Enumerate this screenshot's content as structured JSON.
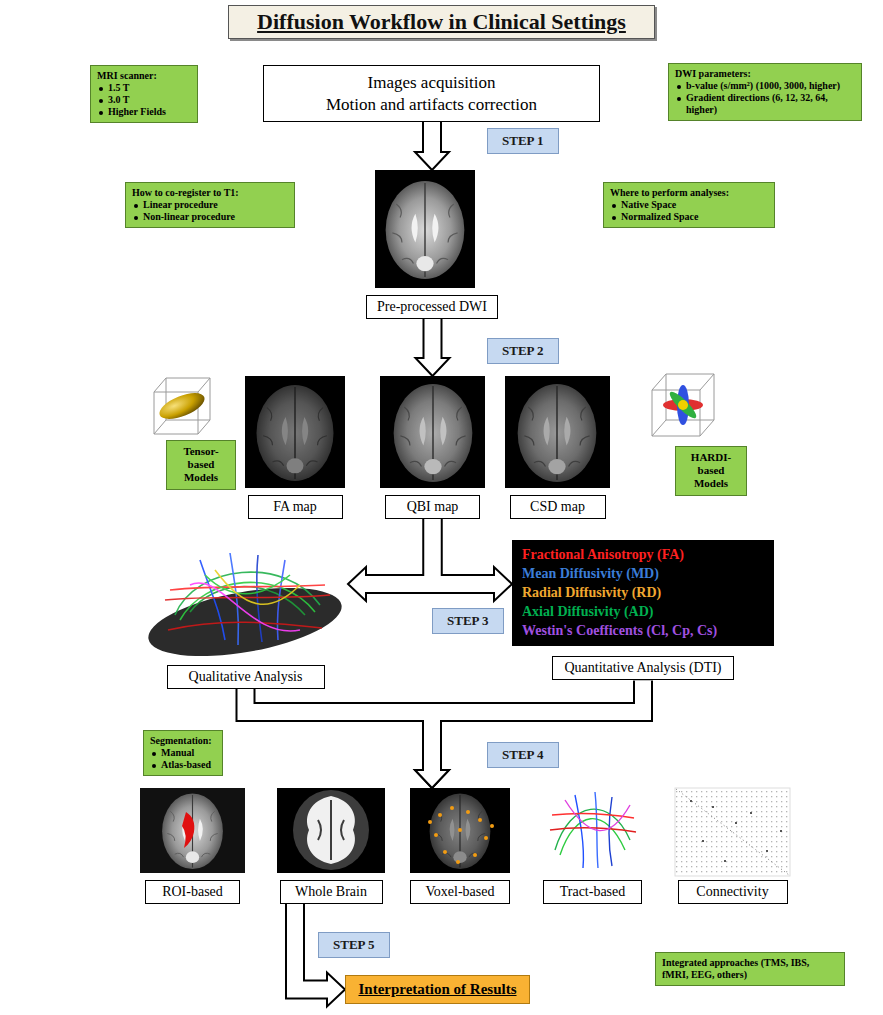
{
  "diagram": {
    "title": "Diffusion Workflow in Clinical Settings",
    "nodes": [
      {
        "text": [
          "MRI scanner:",
          "1.5 T",
          "3.0 T",
          "Higher Fields"
        ]
      },
      {
        "text": [
          "Images acquisition",
          "Motion and artifacts correction"
        ]
      },
      {
        "text": [
          "DWI parameters:",
          "b-value (s/mm²) (1000, 3000, higher)",
          "Gradient directions (6, 12, 32, 64, higher)"
        ]
      },
      {
        "text": [
          "STEP 1"
        ]
      },
      {
        "text": [
          "How to co-register to T1:",
          "Linear procedure",
          "Non-linear procedure"
        ]
      },
      {
        "text": [
          "Pre-processed DWI"
        ]
      },
      {
        "text": [
          "Where to perform analyses:",
          "Native Space",
          "Normalized Space"
        ]
      },
      {
        "text": [
          "STEP 2"
        ]
      },
      {
        "text": [
          "Tensor-based Models"
        ]
      },
      {
        "text": [
          "FA map"
        ]
      },
      {
        "text": [
          "QBI map"
        ]
      },
      {
        "text": [
          "CSD map"
        ]
      },
      {
        "text": [
          "HARDI-based Models"
        ]
      },
      {
        "text": [
          "Qualitative Analysis"
        ]
      },
      {
        "text": [
          "STEP 3"
        ]
      },
      {
        "text": [
          "Fractional Anisotropy (FA)",
          "Mean Diffusivity (MD)",
          "Radial Diffusivity (RD)",
          "Axial Diffusivity (AD)",
          "Westin's Coefficents (Cl, Cp, Cs)",
          "Quantitative Analysis (DTI)"
        ]
      },
      {
        "text": [
          "Segmentation:",
          "Manual",
          "Atlas-based"
        ]
      },
      {
        "text": [
          "STEP 4"
        ]
      },
      {
        "text": [
          "ROI-based"
        ]
      },
      {
        "text": [
          "Whole Brain"
        ]
      },
      {
        "text": [
          "Voxel-based"
        ]
      },
      {
        "text": [
          "Tract-based"
        ]
      },
      {
        "text": [
          "Connectivity"
        ]
      },
      {
        "text": [
          "STEP 5"
        ]
      },
      {
        "text": [
          "Interpretation of Results"
        ]
      },
      {
        "text": [
          "Integrated approaches (TMS, IBS, fMRI, EEG, others)"
        ]
      }
    ],
    "edges": [
      {
        "from": 1,
        "to": 5,
        "arrow": "to"
      },
      {
        "from": 5,
        "to": 10,
        "arrow": "to"
      },
      {
        "from": 10,
        "to": 13,
        "arrow": "to"
      },
      {
        "from": 10,
        "to": 15,
        "arrow": "to"
      },
      {
        "from": 13,
        "to": 20,
        "arrow": "to"
      },
      {
        "from": 15,
        "to": 20,
        "arrow": "to"
      },
      {
        "from": 19,
        "to": 24,
        "arrow": "to"
      }
    ]
  }
}
